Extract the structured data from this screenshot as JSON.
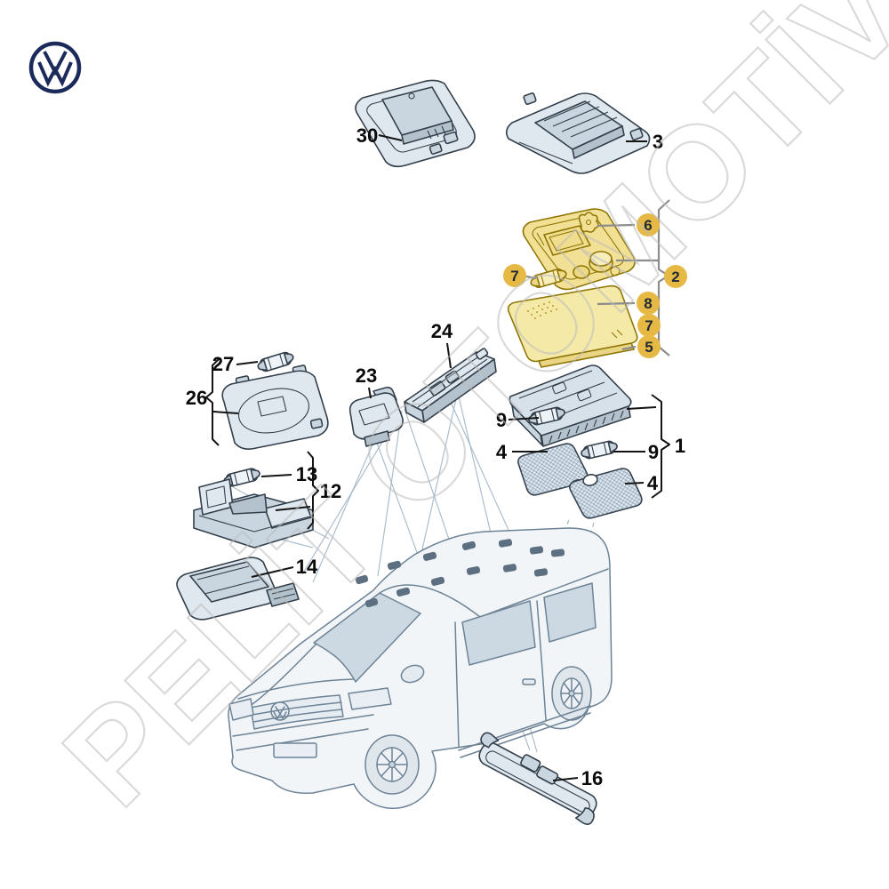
{
  "brand": {
    "logo": "volkswagen-logo"
  },
  "watermark": {
    "text": "PELİT OTOMOTİV"
  },
  "callouts": {
    "n30": "30",
    "n3": "3",
    "n6": "6",
    "n2": "2",
    "n7a": "7",
    "n8": "8",
    "n7b": "7",
    "n5": "5",
    "n24": "24",
    "n23": "23",
    "n27": "27",
    "n26": "26",
    "n9a": "9",
    "n1": "1",
    "n4a": "4",
    "n9b": "9",
    "n4b": "4",
    "n13": "13",
    "n12": "12",
    "n14": "14",
    "n16": "16"
  },
  "colors": {
    "highlight_fill": "#f2e195",
    "highlight_inner": "#f7eebc",
    "highlight_stroke": "#8f7607",
    "badge_fill": "#e6b945",
    "part_fill": "#dfe8ef",
    "part_mid": "#c9d6e0",
    "part_dark": "#b3c2cd",
    "part_stroke": "#333f4b",
    "van_line": "#6e8396",
    "window_fill": "#ccd9e3",
    "watermark_gray": "#bcbcbc",
    "logo_navy": "#1b2a5b"
  }
}
